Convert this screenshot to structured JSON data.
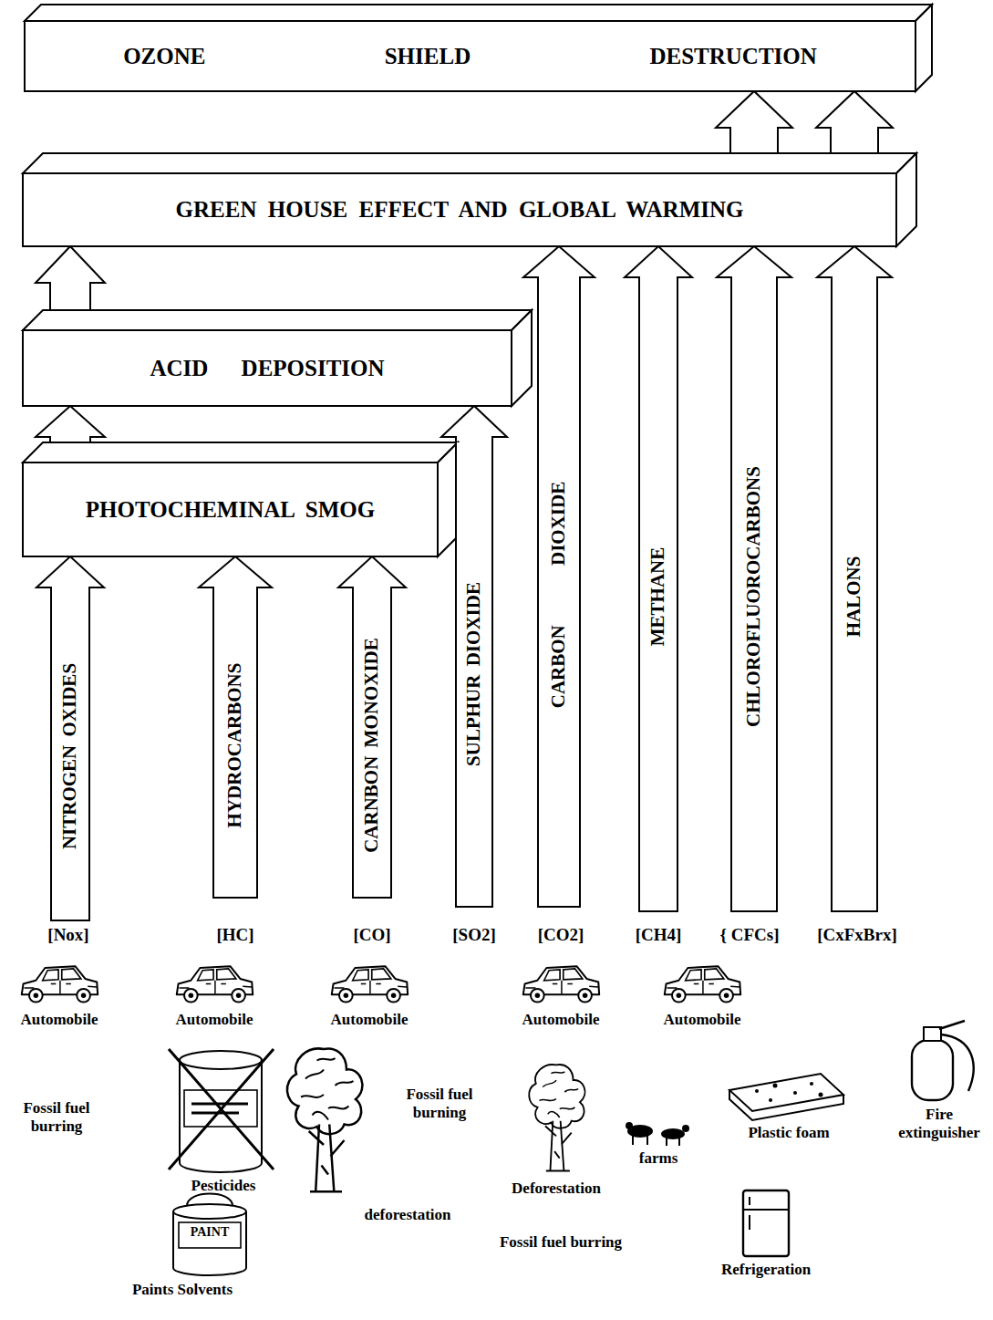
{
  "diagram": {
    "nodes": [
      {
        "text": [
          "OZONE SHIELD DESTRUCTION"
        ]
      },
      {
        "text": [
          "GREEN HOUSE EFFECT AND GLOBAL WARMING"
        ]
      },
      {
        "text": [
          "ACID DEPOSITION"
        ]
      },
      {
        "text": [
          "PHOTOCHEMINAL SMOG"
        ]
      },
      {
        "text": [
          "NITROGEN OXIDES"
        ]
      },
      {
        "text": [
          "HYDROCARBONS"
        ]
      },
      {
        "text": [
          "CARNBON MONOXIDE"
        ]
      },
      {
        "text": [
          "SULPHUR DIOXIDE"
        ]
      },
      {
        "text": [
          "CARBON DIOXIDE"
        ]
      },
      {
        "text": [
          "METHANE"
        ]
      },
      {
        "text": [
          "CHLOROFLUOROCARBONS"
        ]
      },
      {
        "text": [
          "HALONS"
        ]
      }
    ],
    "edges": [
      {
        "from": 4,
        "to": 3,
        "arrow": "to"
      },
      {
        "from": 5,
        "to": 3,
        "arrow": "to"
      },
      {
        "from": 6,
        "to": 3,
        "arrow": "to"
      },
      {
        "from": 3,
        "to": 2,
        "arrow": "to"
      },
      {
        "from": 7,
        "to": 2,
        "arrow": "to"
      },
      {
        "from": 2,
        "to": 1,
        "arrow": "to"
      },
      {
        "from": 8,
        "to": 1,
        "arrow": "to"
      },
      {
        "from": 9,
        "to": 1,
        "arrow": "to"
      },
      {
        "from": 10,
        "to": 1,
        "arrow": "to"
      },
      {
        "from": 11,
        "to": 1,
        "arrow": "to"
      },
      {
        "from": 1,
        "to": 0,
        "arrow": "to"
      },
      {
        "from": 1,
        "to": 0,
        "arrow": "to"
      }
    ],
    "labels": [
      "[Nox]",
      "[HC]",
      "[CO]",
      "[SO2]",
      "[CO2]",
      "[CH4]",
      "{ CFCs]",
      "[CxFxBrx]",
      "Automobile",
      "Automobile",
      "Automobile",
      "Automobile",
      "Automobile",
      "Fossil fuel burring",
      "Fossil fuel burning",
      "Plastic foam",
      "Fire extinguisher",
      "farms",
      "Pesticides",
      "Deforestation",
      "deforestation",
      "PAINT",
      "Fossil fuel burring",
      "Refrigeration",
      "Paints Solvents"
    ]
  }
}
